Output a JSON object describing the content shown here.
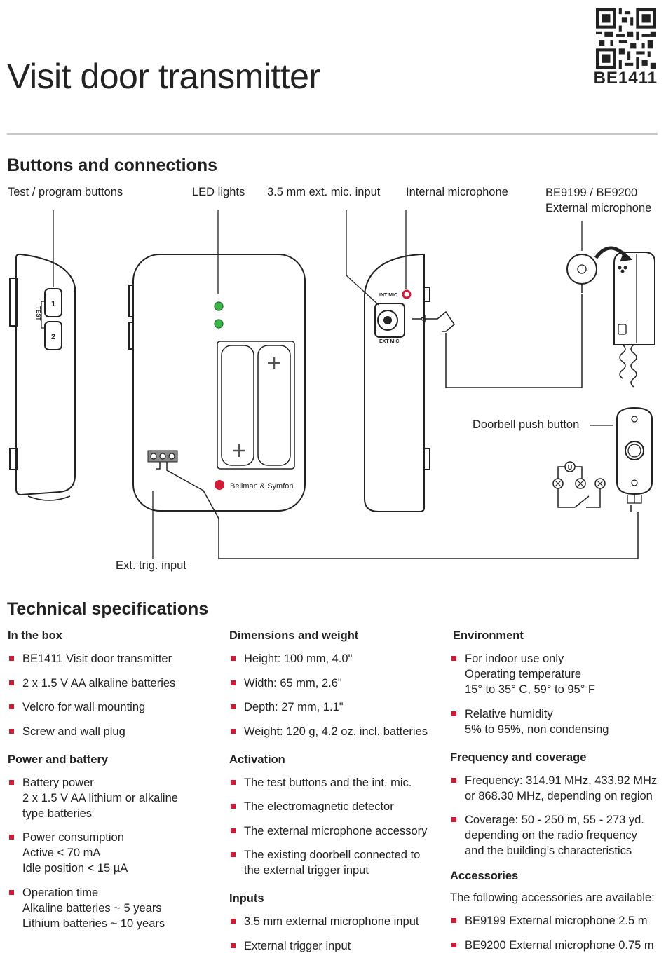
{
  "header": {
    "title": "Visit door transmitter",
    "product_code": "BE1411"
  },
  "buttons_section": {
    "heading": "Buttons and connections",
    "labels": {
      "test_program": "Test / program buttons",
      "led_lights": "LED lights",
      "ext_mic_input": "3.5 mm ext. mic. input",
      "internal_mic": "Internal microphone",
      "external_mic_model": "BE9199 / BE9200",
      "external_mic": "External microphone",
      "doorbell": "Doorbell push button",
      "ext_trig": "Ext. trig. input"
    },
    "device_marks": {
      "button_1": "1",
      "button_2": "2",
      "test": "TEST",
      "int_mic": "INT MIC",
      "ext_mic": "EXT MIC",
      "brand": "Bellman & Symfon",
      "u": "U"
    }
  },
  "specs": {
    "heading": "Technical specifications",
    "in_the_box": {
      "title": "In the box",
      "items": [
        [
          "BE1411 Visit door transmitter"
        ],
        [
          "2 x 1.5 V AA alkaline batteries"
        ],
        [
          "Velcro for wall mounting"
        ],
        [
          "Screw and wall plug"
        ]
      ]
    },
    "power": {
      "title": "Power and battery",
      "items": [
        [
          "Battery power",
          "2 x 1.5 V AA lithium or alkaline",
          "type batteries"
        ],
        [
          "Power consumption",
          "Active < 70 mA",
          "Idle position < 15 µA"
        ],
        [
          "Operation time",
          "Alkaline batteries ~ 5 years",
          "Lithium batteries ~ 10 years"
        ]
      ]
    },
    "dimensions": {
      "title": "Dimensions and weight",
      "items": [
        [
          "Height: 100 mm, 4.0\""
        ],
        [
          "Width: 65 mm, 2.6\""
        ],
        [
          "Depth: 27 mm, 1.1\""
        ],
        [
          "Weight: 120 g, 4.2 oz. incl. batteries"
        ]
      ]
    },
    "activation": {
      "title": "Activation",
      "items": [
        [
          "The test buttons and the int. mic."
        ],
        [
          "The electromagnetic detector"
        ],
        [
          "The external microphone accessory"
        ],
        [
          "The existing doorbell connected to",
          "the external trigger input"
        ]
      ]
    },
    "inputs": {
      "title": "Inputs",
      "items": [
        [
          "3.5 mm external microphone input"
        ],
        [
          "External trigger input"
        ]
      ]
    },
    "environment": {
      "title": "Environment",
      "items": [
        [
          "For indoor use only",
          "Operating temperature",
          "15° to 35° C, 59° to 95° F"
        ],
        [
          "Relative humidity",
          "5% to 95%, non condensing"
        ]
      ]
    },
    "frequency": {
      "title": "Frequency and coverage",
      "items": [
        [
          "Frequency: 314.91 MHz, 433.92 MHz",
          "or 868.30 MHz, depending on region"
        ],
        [
          "Coverage: 50 - 250 m, 55 - 273 yd.",
          "depending on the radio frequency",
          "and the building’s characteristics"
        ]
      ]
    },
    "accessories": {
      "title": "Accessories",
      "intro": "The following accessories are available:",
      "items": [
        [
          "BE9199 External microphone 2.5 m"
        ],
        [
          "BE9200 External microphone 0.75 m"
        ]
      ]
    }
  },
  "colors": {
    "accent": "#d11a33",
    "led": "#3ab54a",
    "rule": "#c8c8c8"
  }
}
